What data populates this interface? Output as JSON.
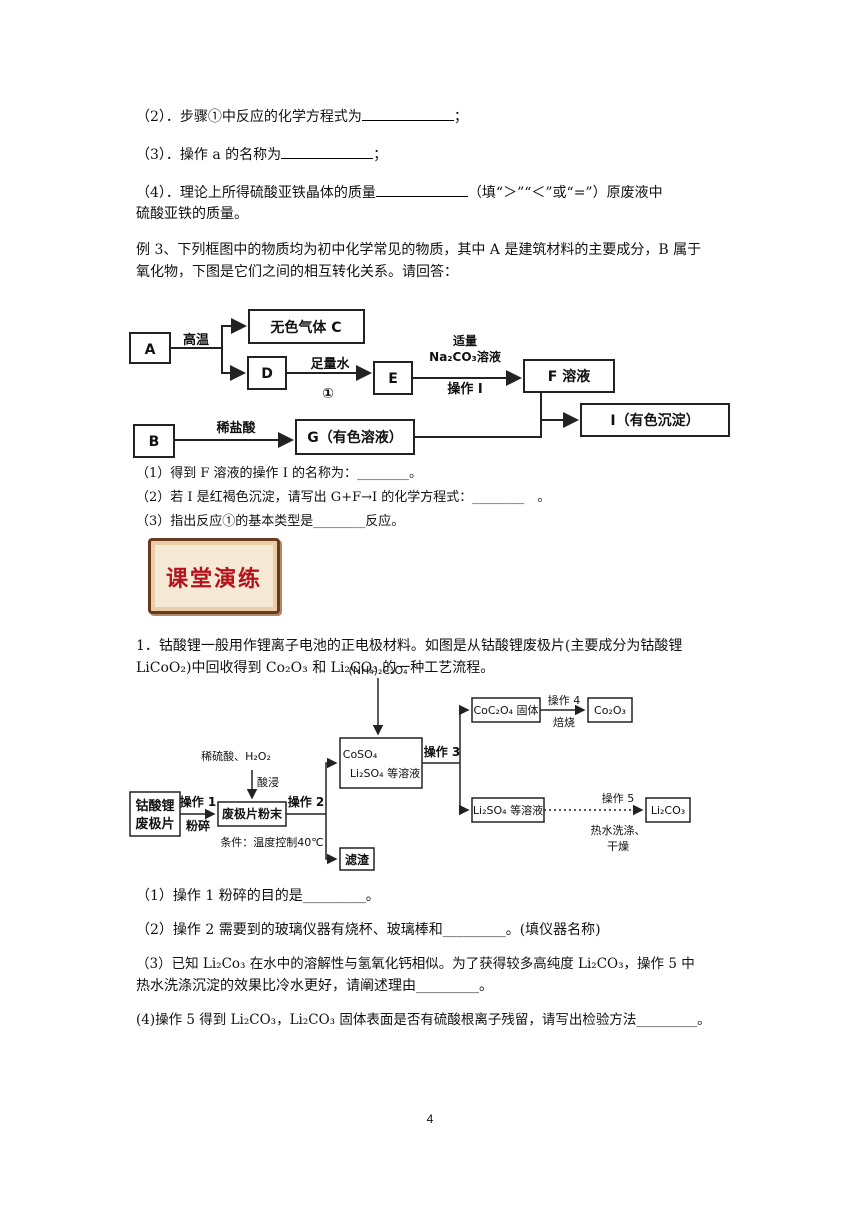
{
  "top_questions": {
    "q2": "（2）．步骤①中反应的化学方程式为",
    "q2_end": "；",
    "q3": "（3）．操作 a 的名称为",
    "q3_end": "；",
    "q4_a": "（4）．理论上所得硫酸亚铁晶体的质量",
    "q4_b": "（填“＞”“＜”或“=”）原废液中",
    "q4_c": "硫酸亚铁的质量。"
  },
  "example3": {
    "intro_1": "例 3、下列框图中的物质均为初中化学常见的物质，其中 A 是建筑材料的主要成分，B 属于",
    "intro_2": "氧化物，下图是它们之间的相互转化关系。请回答：",
    "diagram": {
      "A": "A",
      "gaowen": "高温",
      "C": "无色气体 C",
      "D": "D",
      "zuliang": "足量水",
      "circle1": "①",
      "E": "E",
      "shiliang": "适量",
      "na2co3": "Na₂CO₃溶液",
      "op1": "操作 I",
      "F": "F 溶液",
      "I": "I（有色沉淀）",
      "B": "B",
      "xiyansuan": "稀盐酸",
      "G": "G（有色溶液）"
    },
    "q1": "（1）得到 F 溶液的操作 I 的名称为：________。",
    "q2": "（2）若 I 是红褐色沉淀，请写出 G+F→I 的化学方程式：________　。",
    "q3": "（3）指出反应①的基本类型是________反应。"
  },
  "banner": "课堂演练",
  "exercise1": {
    "intro_1": "1．钴酸锂一般用作锂离子电池的正电极材料。如图是从钴酸锂废极片(主要成分为钴酸锂",
    "intro_2": "LiCoO₂)中回收得到 Co₂O₃ 和 Li₂CO₃ 的一种工艺流程。",
    "diagram": {
      "start_1": "钴酸锂",
      "start_2": "废极片",
      "op1": "操作 1",
      "fensui": "粉碎",
      "reagent": "稀硫酸、H₂O₂",
      "suanjin": "酸浸",
      "powder": "废极片粉末",
      "condition": "条件：温度控制40℃",
      "op2": "操作 2",
      "lvzha": "滤渣",
      "nh4": "(NH₄)₂C₂O₄",
      "coso4": "CoSO₄",
      "li2so4_mix": "Li₂SO₄ 等溶液",
      "op3": "操作 3",
      "coc2o4": "CoC₂O₄ 固体",
      "op4": "操作 4",
      "beishao": "焙烧",
      "co2o3": "Co₂O₃",
      "li2so4": "Li₂SO₄ 等溶液",
      "op5": "操作 5",
      "wash_1": "热水洗涤、",
      "wash_2": "干燥",
      "li2co3": "Li₂CO₃"
    },
    "q1": "（1）操作 1 粉碎的目的是_________。",
    "q2": "（2）操作 2 需要到的玻璃仪器有烧杯、玻璃棒和_________。(填仪器名称)",
    "q3_1": "（3）已知 Li₂Co₃ 在水中的溶解性与氢氧化钙相似。为了获得较多高纯度 Li₂CO₃，操作 5 中",
    "q3_2": "热水洗涤沉淀的效果比冷水更好，请阐述理由_________。",
    "q4": "(4)操作 5 得到 Li₂CO₃，Li₂CO₃ 固体表面是否有硫酸根离子残留，请写出检验方法_________。"
  },
  "page_number": "4"
}
